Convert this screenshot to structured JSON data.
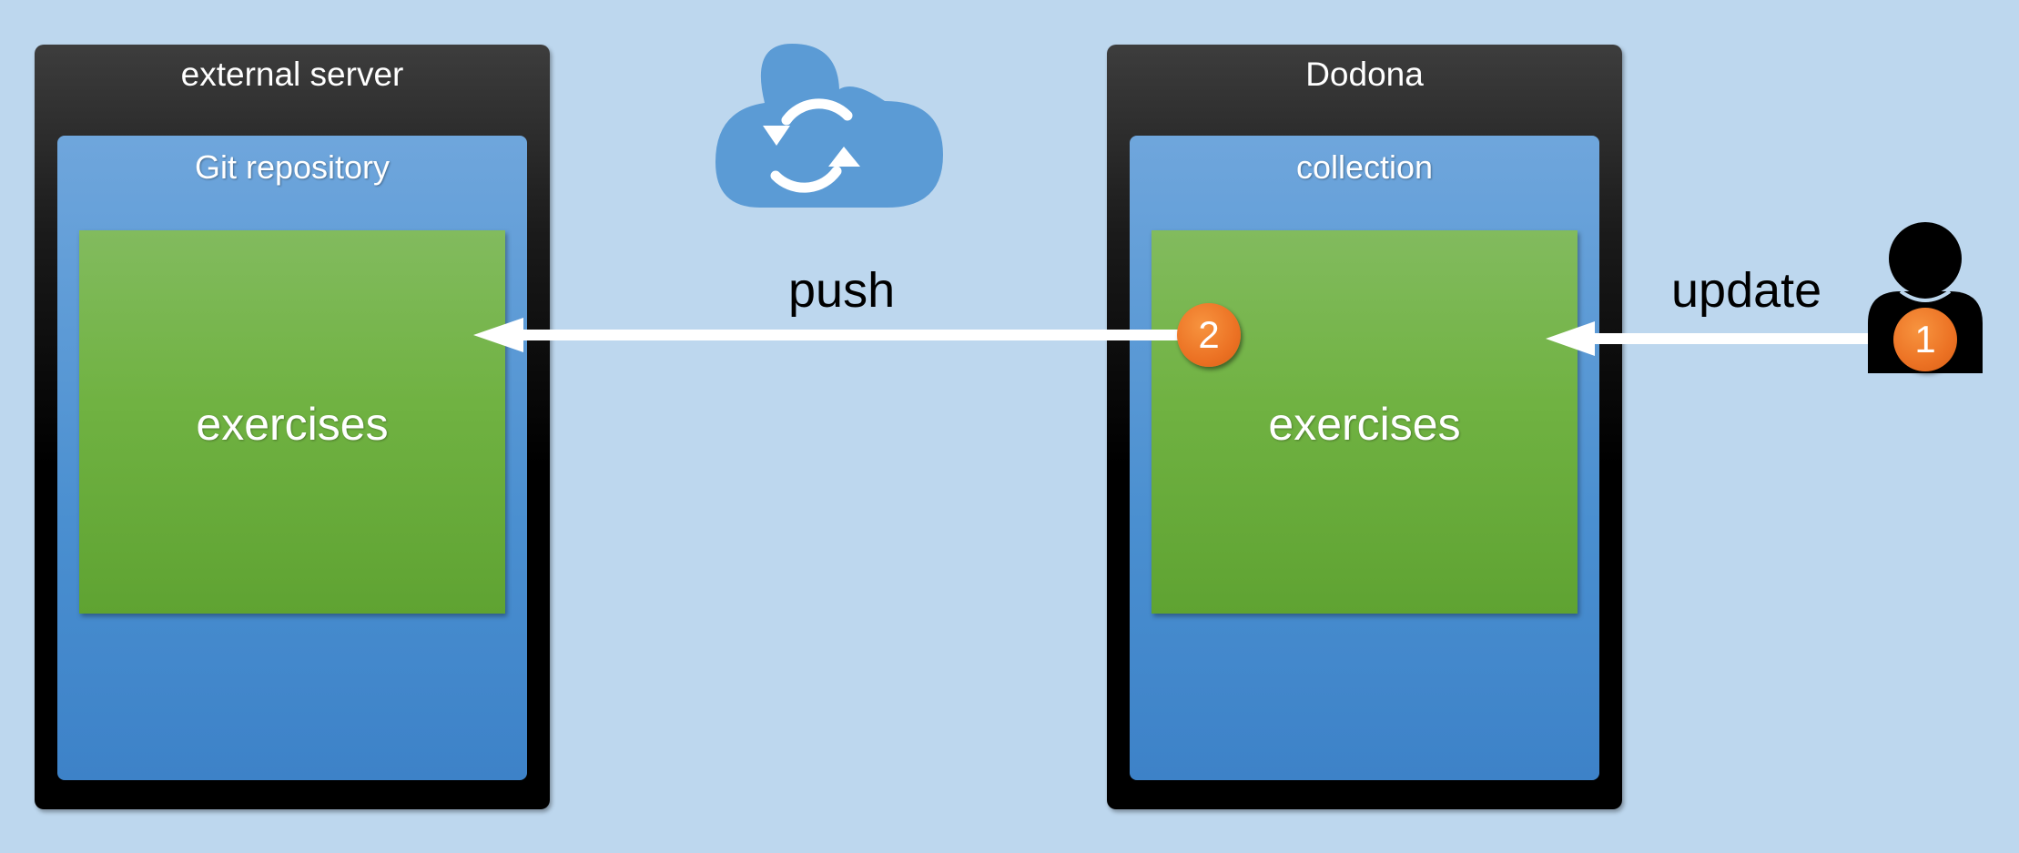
{
  "left_box": {
    "title": "external server",
    "inner_title": "Git repository",
    "content": "exercises"
  },
  "right_box": {
    "title": "Dodona",
    "inner_title": "collection",
    "content": "exercises"
  },
  "edges": {
    "push_label": "push",
    "update_label": "update"
  },
  "badges": {
    "step_1": "1",
    "step_2": "2"
  },
  "icons": {
    "cloud": "cloud-sync-icon",
    "user": "user-icon"
  },
  "colors": {
    "background": "#bdd7ee",
    "server": "#000000",
    "repository": "#5b9bd5",
    "exercises": "#70ad47",
    "badge": "#ed7d31",
    "cloud": "#5b9bd5"
  }
}
